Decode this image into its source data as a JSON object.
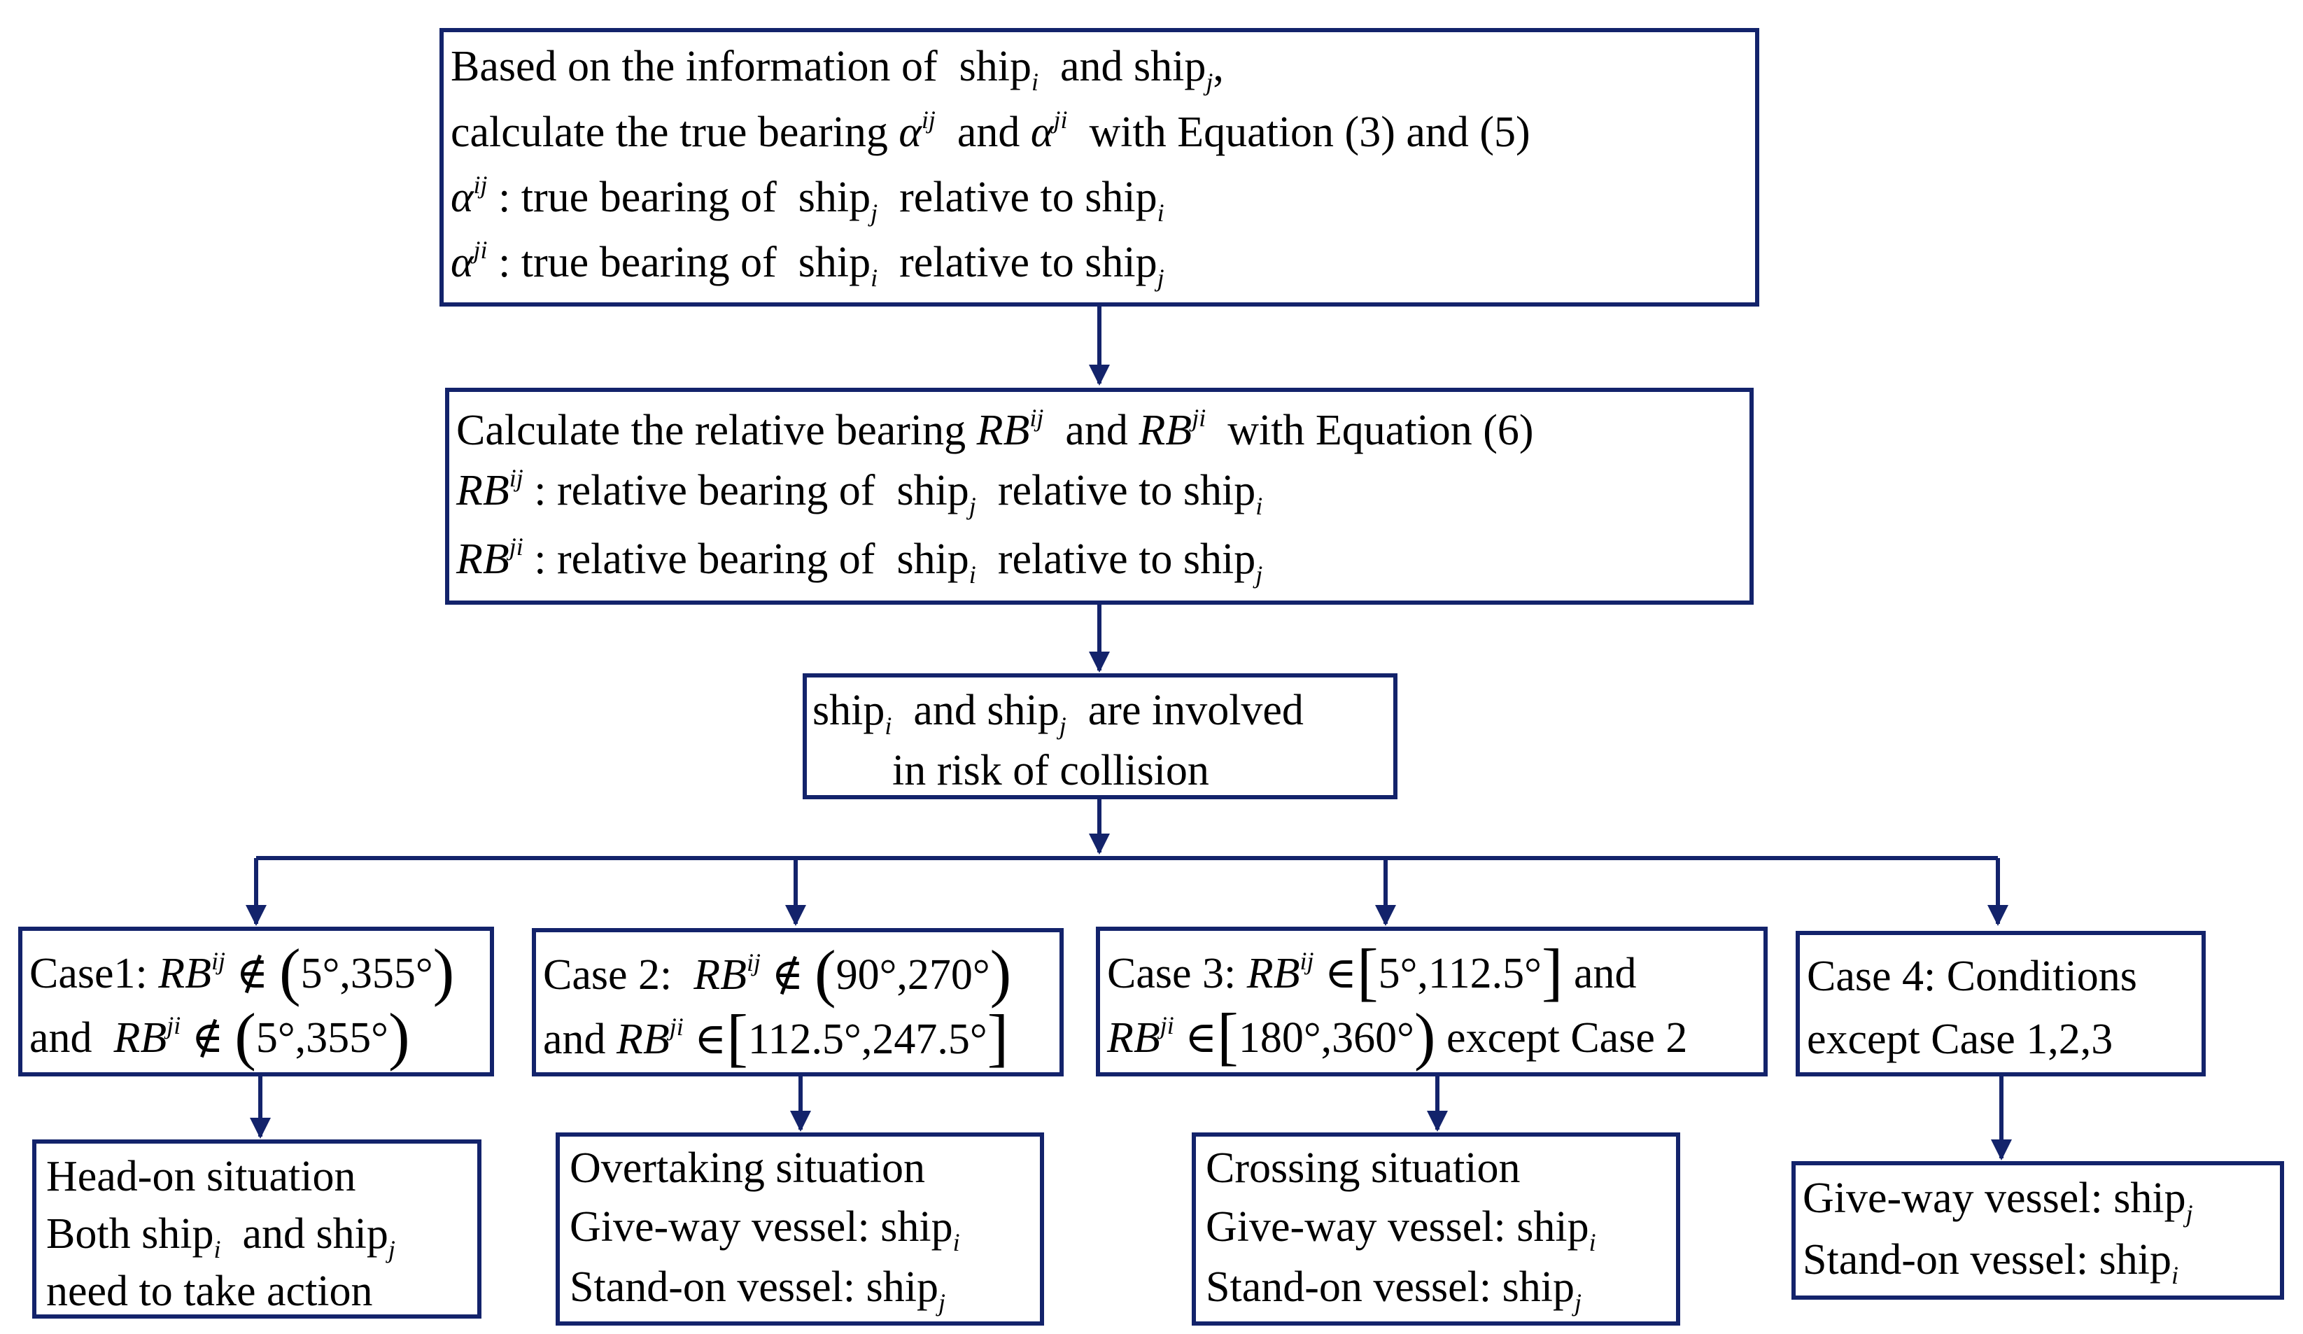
{
  "colors": {
    "box_border": "#13236b",
    "arrow": "#13236b",
    "text": "#000000"
  },
  "symbols": {
    "alpha": "α",
    "not_in": "∉",
    "in": "∈",
    "colon": ":",
    "comma": ","
  },
  "sub_i": "i",
  "sub_j": "j",
  "sup_ij": "ij",
  "sup_ji": "ji",
  "ship": "ship",
  "RB": "RB",
  "box1": {
    "l1_a": "Based on the information of",
    "l1_and": "and",
    "l2_a": "calculate the true bearing",
    "l2_and": "and",
    "l2_with": "with Equation (3) and (5)",
    "l3_text": "true bearing of",
    "l3_rel": "relative to",
    "l4_text": "true bearing of",
    "l4_rel": "relative to"
  },
  "box2": {
    "l1_a": "Calculate the relative bearing",
    "l1_and": "and",
    "l1_with": "with Equation (6)",
    "l2_text": "relative bearing of",
    "l2_rel": "relative to",
    "l3_text": "relative bearing of",
    "l3_rel": "relative to"
  },
  "box3": {
    "l1_and": "and",
    "l1_rest": "are involved",
    "l2": "in risk of collision"
  },
  "case1": {
    "label": "Case1",
    "range1": "5°,355°",
    "and": "and",
    "range2": "5°,355°"
  },
  "case2": {
    "label": "Case 2",
    "range1": "90°,270°",
    "and": "and",
    "range2": "112.5°,247.5°"
  },
  "case3": {
    "label": "Case 3",
    "range1": "5°,112.5°",
    "and": "and",
    "range2": "180°,360°",
    "except": "except Case 2"
  },
  "case4": {
    "label": "Case 4",
    "l1": "Conditions",
    "l2": "except Case 1,2,3"
  },
  "res1": {
    "l1": "Head-on situation",
    "l2_a": "Both",
    "l2_and": "and",
    "l3": "need to take action"
  },
  "res2": {
    "l1": "Overtaking situation",
    "l2": "Give-way vessel",
    "l3": "Stand-on vessel"
  },
  "res3": {
    "l1": "Crossing situation",
    "l2": "Give-way vessel",
    "l3": "Stand-on vessel"
  },
  "res4": {
    "l1": "Give-way vessel",
    "l2": "Stand-on vessel"
  }
}
